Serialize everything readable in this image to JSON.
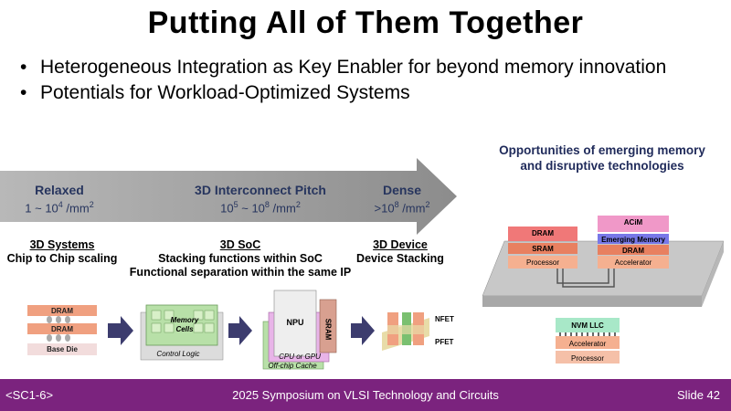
{
  "title": "Putting All of Them Together",
  "bullets": [
    "Heterogeneous Integration as Key Enabler for beyond memory innovation",
    "Potentials for Workload-Optimized Systems"
  ],
  "arrow": {
    "relaxed_label": "Relaxed",
    "relaxed_value_prefix": "1 ~ 10",
    "relaxed_value_exp": "4",
    "relaxed_value_suffix": " /mm",
    "pitch_label": "3D Interconnect Pitch",
    "pitch_value_a": "10",
    "pitch_value_a_exp": "5",
    "pitch_value_mid": " ~ 10",
    "pitch_value_b_exp": "8",
    "pitch_value_suffix": " /mm",
    "dense_label": "Dense",
    "dense_value_prefix": ">10",
    "dense_value_exp": "8",
    "dense_value_suffix": " /mm",
    "sq": "2"
  },
  "categories": {
    "systems_title": "3D Systems",
    "systems_desc": "Chip to Chip scaling",
    "soc_title": "3D SoC",
    "soc_desc_1": "Stacking functions within SoC",
    "soc_desc_2": "Functional separation within the same IP",
    "device_title": "3D  Device",
    "device_desc": "Device Stacking"
  },
  "diagrams": {
    "dram": "DRAM",
    "base_die": "Base Die",
    "memory_cells": "Memory Cells",
    "control_logic": "Control Logic",
    "npu": "NPU",
    "sram_vertical": "SRAM",
    "cpu_gpu": "CPU or GPU",
    "offchip_cache": "Off-chip Cache",
    "nfet": "NFET",
    "pfet": "PFET"
  },
  "opportunities": {
    "heading": "Opportunities of emerging memory and disruptive technologies",
    "dram": "DRAM",
    "sram": "SRAM",
    "processor": "Processor",
    "acim": "ACiM",
    "emerging_memory": "Emerging Memory",
    "dram2": "DRAM",
    "accelerator": "Accelerator",
    "nvm_llc": "NVM LLC",
    "accelerator2": "Accelerator",
    "processor2": "Processor"
  },
  "footer": {
    "session": "<SC1-6>",
    "conference": "2025 Symposium on VLSI Technology and Circuits",
    "slide": "Slide 42"
  },
  "colors": {
    "footer_bg": "#7b237e",
    "arrow_fill": "#9a9a9a",
    "navy_text": "#27355e"
  }
}
